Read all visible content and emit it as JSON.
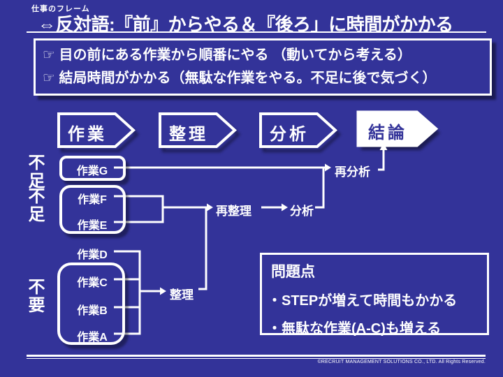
{
  "colors": {
    "background": "#333399",
    "text": "#ffffff",
    "conclusion_text": "#333399",
    "shadow": "rgba(0,0,0,0.4)"
  },
  "header": {
    "frame_tag": "仕事のフレーム",
    "title": "⇔反対語:『前』からやる＆『後ろ」に時間がかかる"
  },
  "summary_box": {
    "items": [
      "☞ 目の前にある作業から順番にやる （動いてから考える）",
      "☞ 結局時間がかかる（無駄な作業をやる。不足に後で気づく）"
    ]
  },
  "process": {
    "steps": [
      {
        "label": "作業",
        "filled": false
      },
      {
        "label": "整理",
        "filled": false
      },
      {
        "label": "分析",
        "filled": false
      },
      {
        "label": "結論",
        "filled": true
      }
    ]
  },
  "side_labels": [
    "不足",
    "不足",
    "不要"
  ],
  "tasks": {
    "g": "作業G",
    "f": "作業F",
    "e": "作業E",
    "d": "作業D",
    "c": "作業C",
    "b": "作業B",
    "a": "作業A"
  },
  "flow": {
    "re_bunseki": "再分析",
    "re_seiri": "再整理",
    "bunseki": "分析",
    "seiri": "整理"
  },
  "problem_box": {
    "title": "問題点",
    "items": [
      "・STEPが増えて時間もかかる",
      "・無駄な作業(A-C)も増える"
    ]
  },
  "footer": {
    "copyright": "©RECRUIT MANAGEMENT SOLUTIONS CO., LTD. All Rights Reserved."
  }
}
